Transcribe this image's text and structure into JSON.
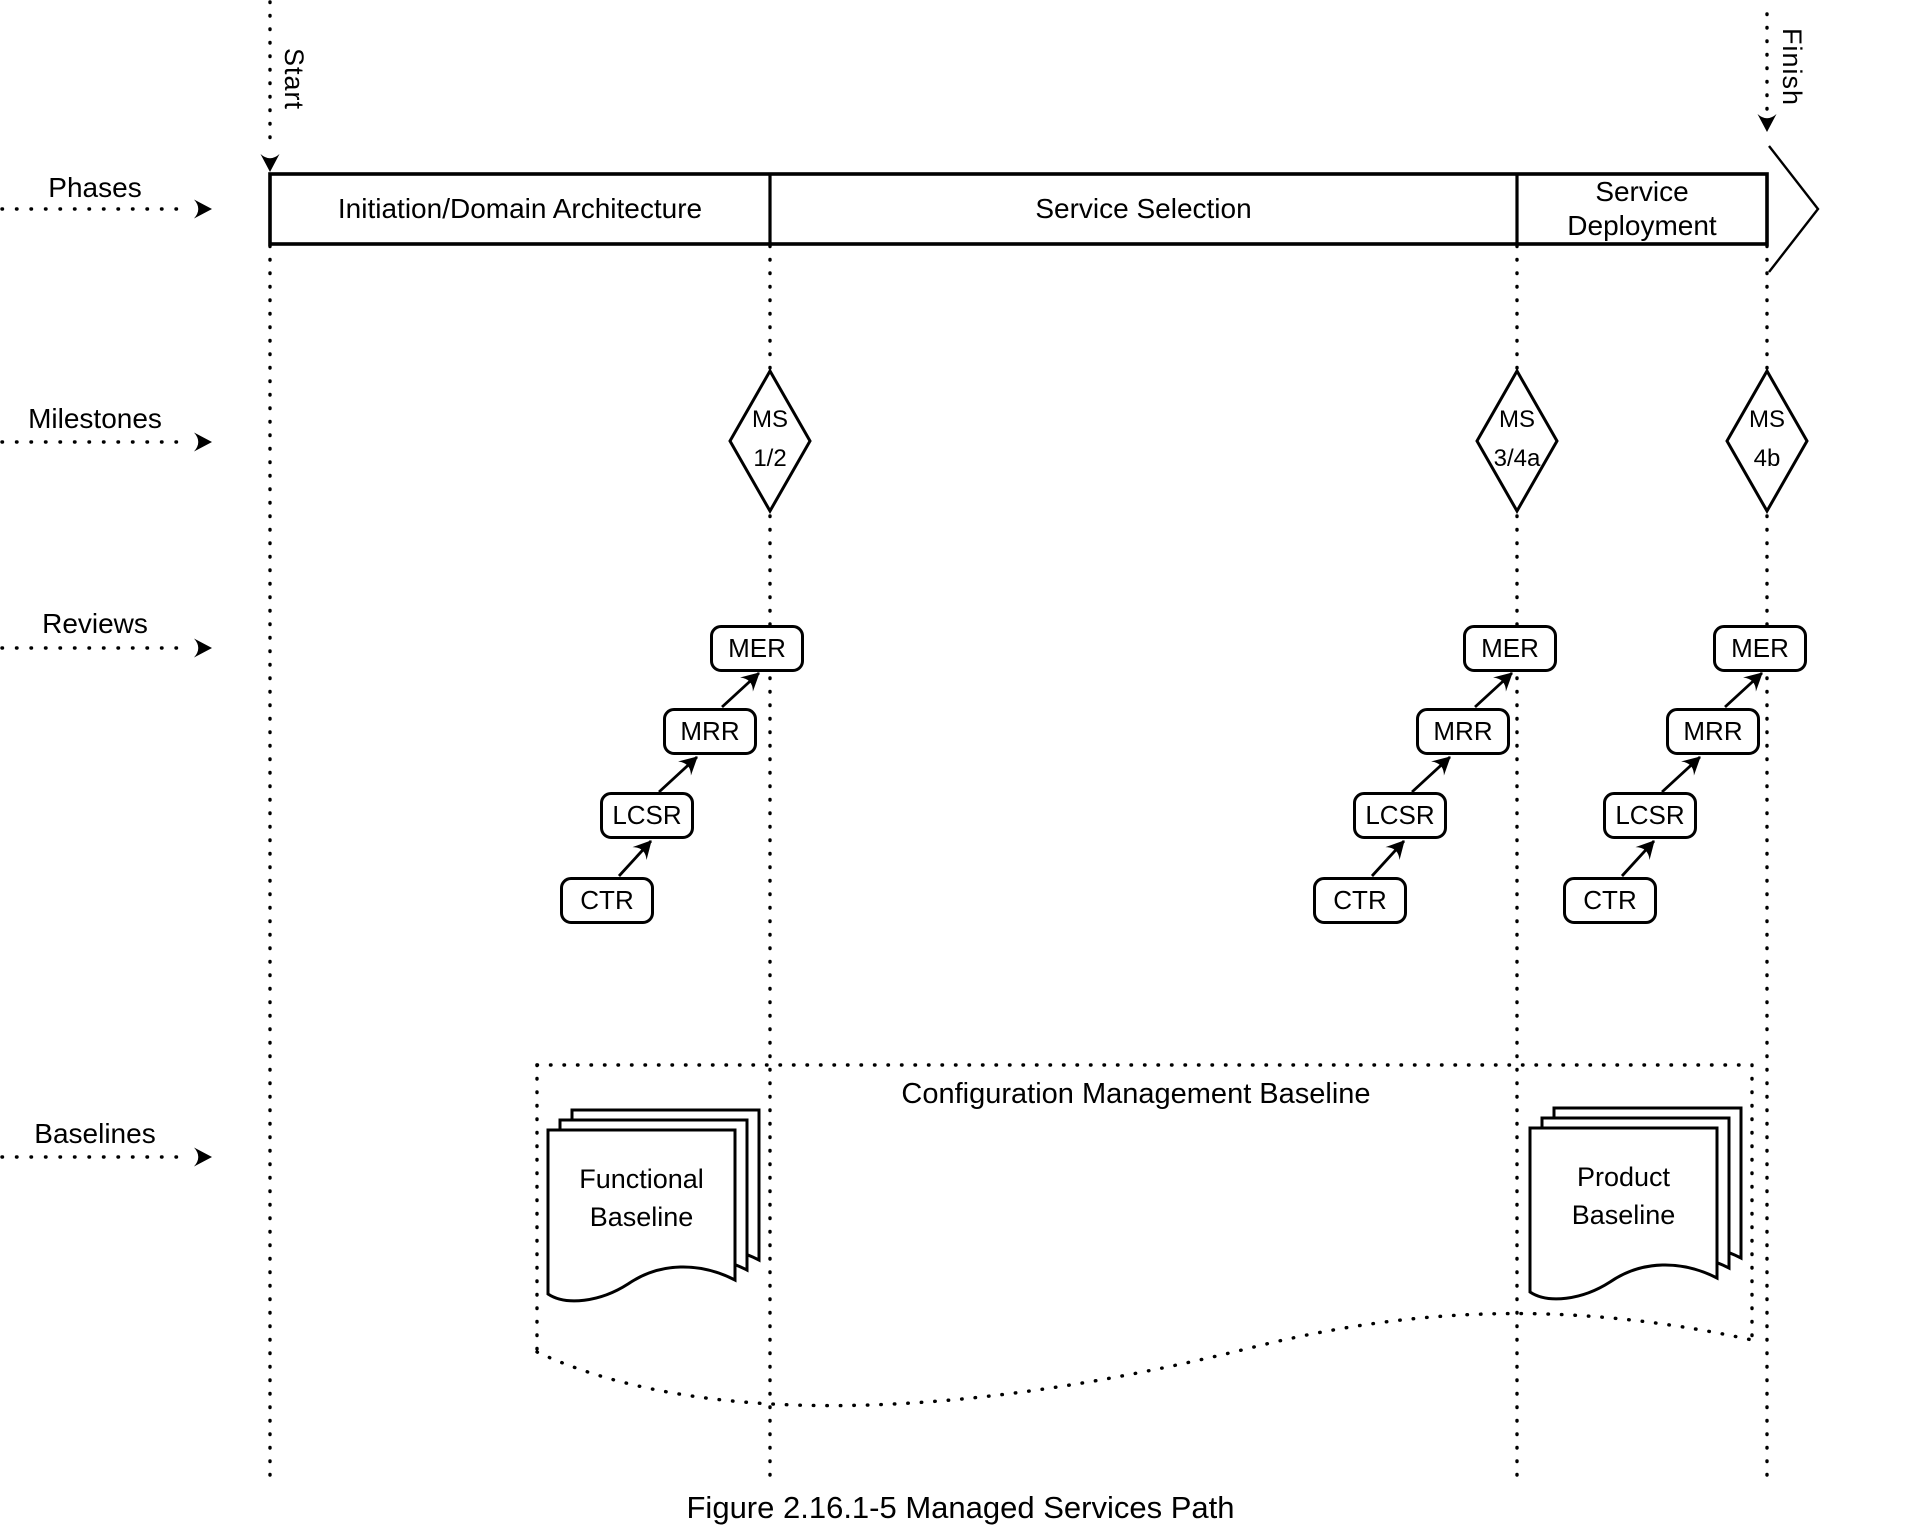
{
  "colors": {
    "ink": "#000000",
    "background": "#ffffff"
  },
  "timeline": {
    "start_label": "Start",
    "finish_label": "Finish"
  },
  "row_labels": {
    "phases": "Phases",
    "milestones": "Milestones",
    "reviews": "Reviews",
    "baselines": "Baselines"
  },
  "phases": {
    "sections": [
      {
        "label": "Initiation/Domain Architecture"
      },
      {
        "label": "Service Selection"
      },
      {
        "label": "Service Deployment"
      }
    ]
  },
  "milestones": [
    {
      "top": "MS",
      "bottom": "1/2"
    },
    {
      "top": "MS",
      "bottom": "3/4a"
    },
    {
      "top": "MS",
      "bottom": "4b"
    }
  ],
  "reviews": {
    "chains": [
      {
        "boxes": [
          "CTR",
          "LCSR",
          "MRR",
          "MER"
        ]
      },
      {
        "boxes": [
          "CTR",
          "LCSR",
          "MRR",
          "MER"
        ]
      },
      {
        "boxes": [
          "CTR",
          "LCSR",
          "MRR",
          "MER"
        ]
      }
    ]
  },
  "baselines": {
    "group_label": "Configuration Management Baseline",
    "documents": [
      {
        "line1": "Functional",
        "line2": "Baseline"
      },
      {
        "line1": "Product",
        "line2": "Baseline"
      }
    ]
  },
  "caption": "Figure 2.16.1-5 Managed Services Path"
}
